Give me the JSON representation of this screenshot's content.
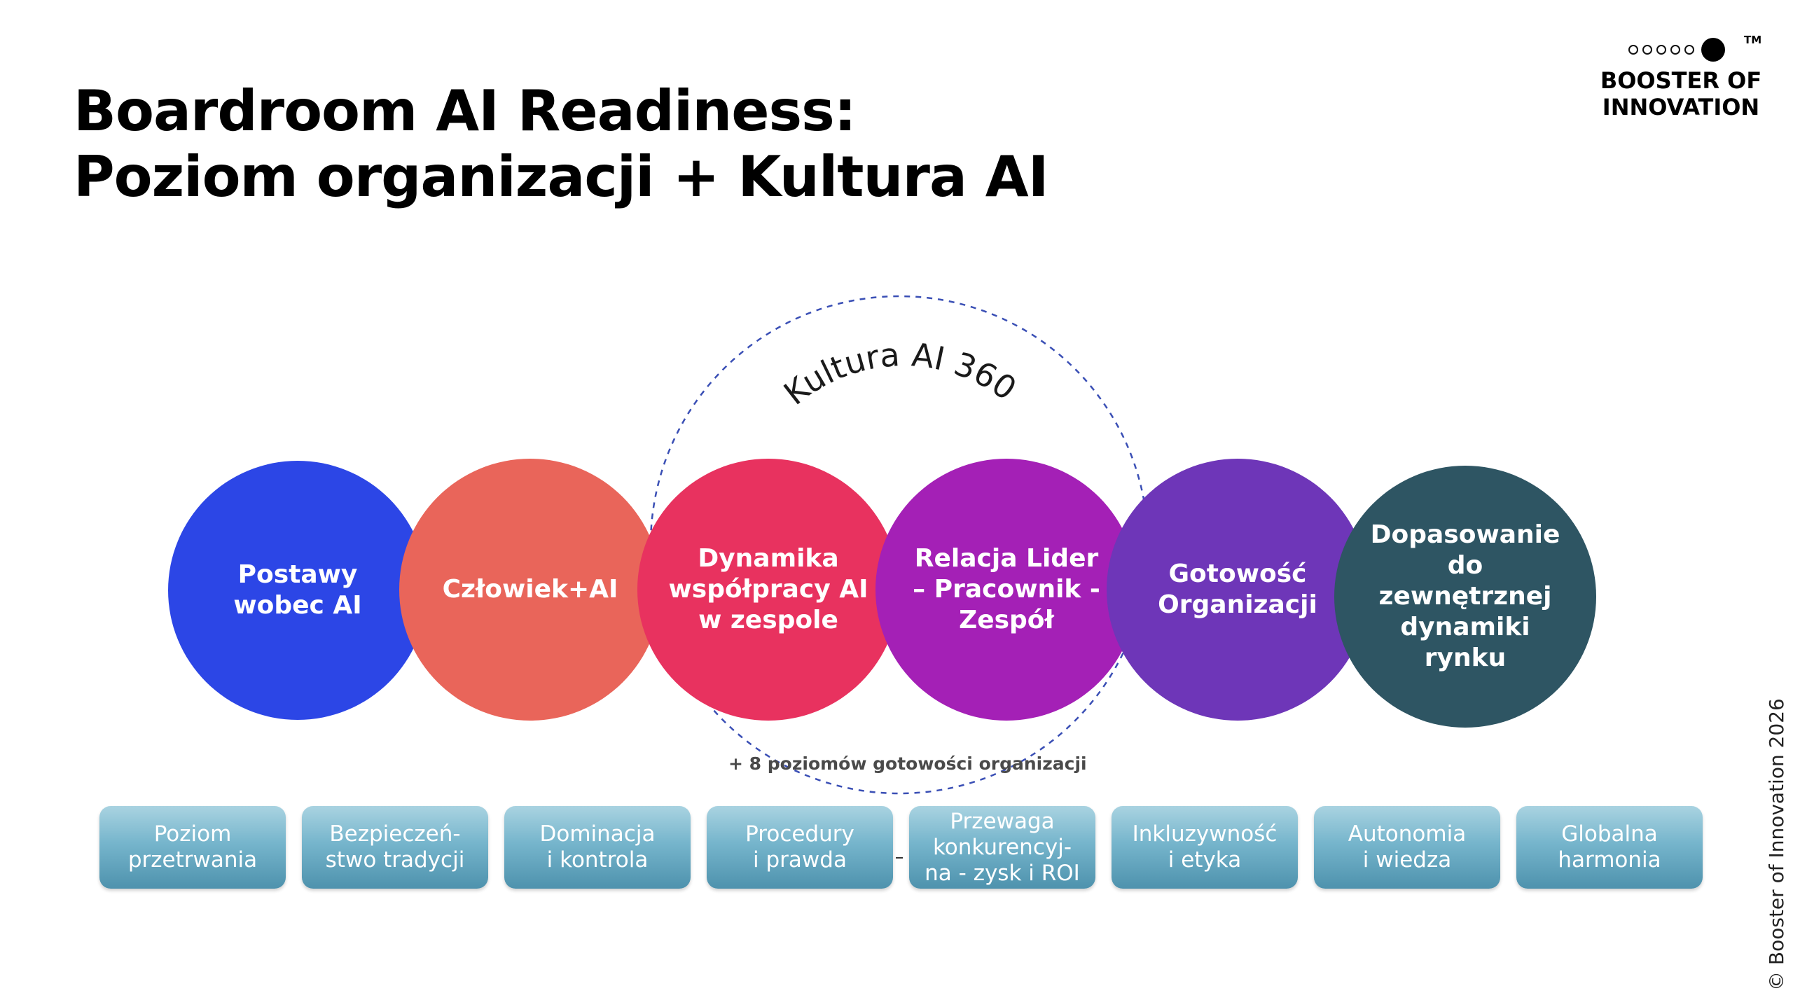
{
  "title": {
    "line1": "Boardroom AI Readiness:",
    "line2": "Poziom organizacji + Kultura AI"
  },
  "logo": {
    "line1": "BOOSTER OF",
    "line2": "INNOVATION",
    "tm": "TM"
  },
  "kultura": {
    "label": "Kultura AI 360"
  },
  "circles": [
    {
      "label": "Postawy\nwobec AI",
      "color": "#2c46e6"
    },
    {
      "label": "Człowiek+AI",
      "color": "#e9655a"
    },
    {
      "label": "Dynamika\nwspółpracy AI\nw zespole",
      "color": "#e8325f"
    },
    {
      "label": "Relacja Lider\n– Pracownik -\nZespół",
      "color": "#a420b6"
    },
    {
      "label": "Gotowość\nOrganizacji",
      "color": "#6e36b8"
    },
    {
      "label": "Dopasowanie\ndo\nzewnętrznej\ndynamiki\nrynku",
      "color": "#2e5563"
    }
  ],
  "levels_note": "+ 8 poziomów gotowości organizacji",
  "levels": [
    {
      "label": "Poziom\nprzetrwania"
    },
    {
      "label": "Bezpieczeń-\nstwo tradycji"
    },
    {
      "label": "Dominacja\ni kontrola"
    },
    {
      "label": "Procedury\ni prawda"
    },
    {
      "label": "Przewaga\nkonkurencyj-\nna - zysk i ROI"
    },
    {
      "label": "Inkluzywność\ni etyka"
    },
    {
      "label": "Autonomia\ni wiedza"
    },
    {
      "label": "Globalna\nharmonia"
    }
  ],
  "copyright": "© Booster of Innovation 2026",
  "colors": {
    "dashed_circle": "#3a4fb5",
    "box_gradient_top": "#a9d3e1",
    "box_gradient_bottom": "#4e92ad"
  }
}
